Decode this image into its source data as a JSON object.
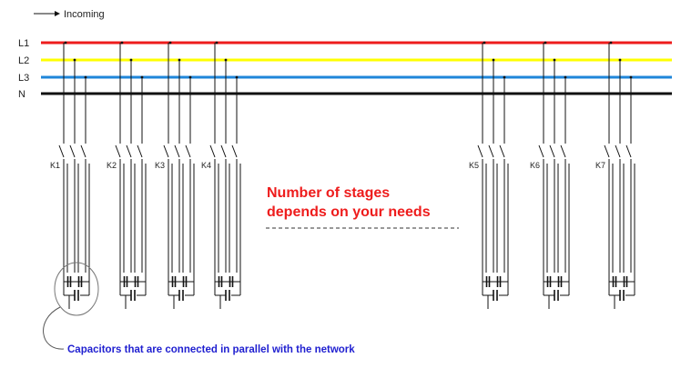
{
  "legend": {
    "incoming_label": "Incoming"
  },
  "lines": [
    {
      "label": "L1",
      "color": "#ee1c1c"
    },
    {
      "label": "L2",
      "color": "#ffff00"
    },
    {
      "label": "L3",
      "color": "#1f86d9"
    },
    {
      "label": "N",
      "color": "#111111"
    }
  ],
  "stages": [
    "K1",
    "K2",
    "K3",
    "K4",
    "K5",
    "K6",
    "K7"
  ],
  "annotation": {
    "stages_note_line1": "Number of stages",
    "stages_note_line2": "depends on your needs",
    "stages_note_color": "#ee1c1c",
    "capacitors_note": "Capacitors that are connected in parallel with the network",
    "capacitors_note_color": "#1f1fd0"
  }
}
